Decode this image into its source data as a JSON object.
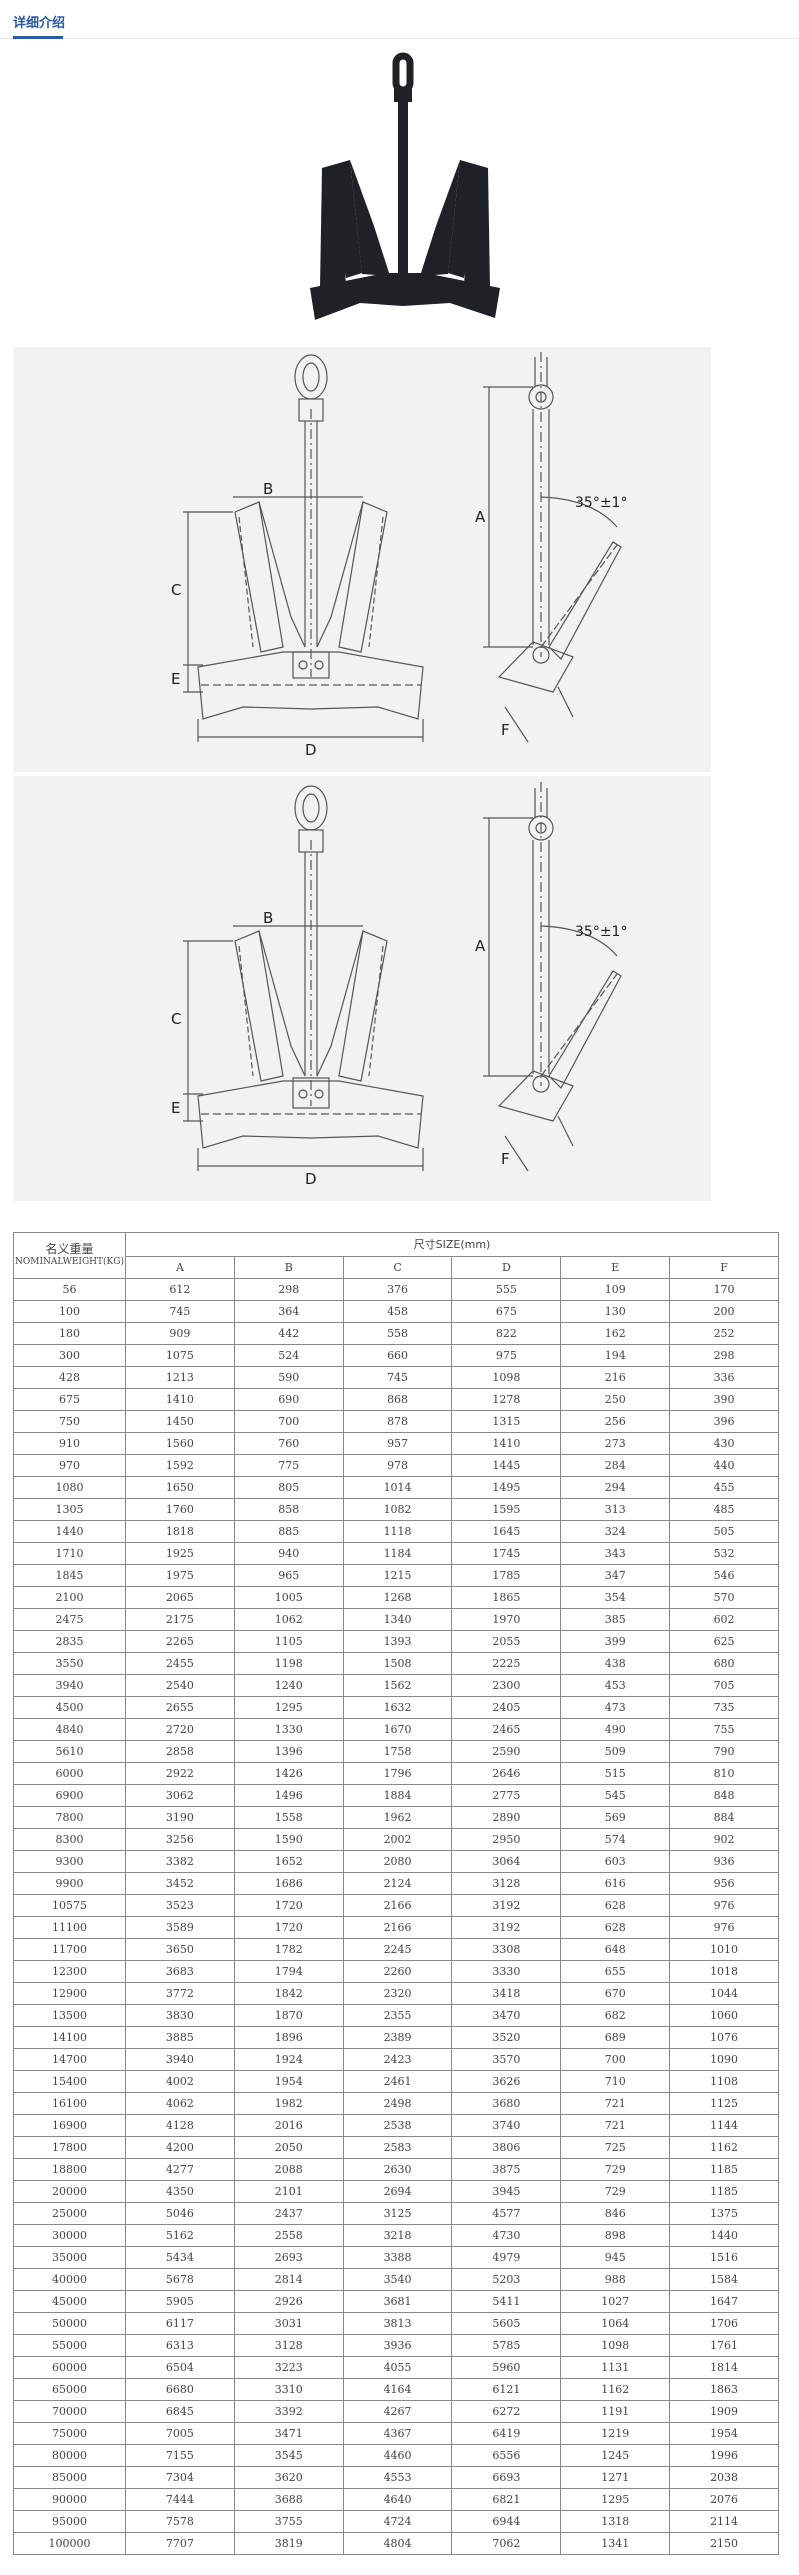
{
  "header": {
    "title": "详细介绍"
  },
  "drawings": {
    "labels": {
      "a": "A",
      "b": "B",
      "c": "C",
      "d": "D",
      "e": "E",
      "f": "F"
    },
    "angle": "35°±1°"
  },
  "table": {
    "weight_header_cn": "名义重量",
    "weight_header_en": "NOMINALWEIGHT(KG)",
    "size_header": "尺寸SIZE(mm)",
    "columns": [
      "A",
      "B",
      "C",
      "D",
      "E",
      "F"
    ],
    "rows": [
      [
        "56",
        "612",
        "298",
        "376",
        "555",
        "109",
        "170"
      ],
      [
        "100",
        "745",
        "364",
        "458",
        "675",
        "130",
        "200"
      ],
      [
        "180",
        "909",
        "442",
        "558",
        "822",
        "162",
        "252"
      ],
      [
        "300",
        "1075",
        "524",
        "660",
        "975",
        "194",
        "298"
      ],
      [
        "428",
        "1213",
        "590",
        "745",
        "1098",
        "216",
        "336"
      ],
      [
        "675",
        "1410",
        "690",
        "868",
        "1278",
        "250",
        "390"
      ],
      [
        "750",
        "1450",
        "700",
        "878",
        "1315",
        "256",
        "396"
      ],
      [
        "910",
        "1560",
        "760",
        "957",
        "1410",
        "273",
        "430"
      ],
      [
        "970",
        "1592",
        "775",
        "978",
        "1445",
        "284",
        "440"
      ],
      [
        "1080",
        "1650",
        "805",
        "1014",
        "1495",
        "294",
        "455"
      ],
      [
        "1305",
        "1760",
        "858",
        "1082",
        "1595",
        "313",
        "485"
      ],
      [
        "1440",
        "1818",
        "885",
        "1118",
        "1645",
        "324",
        "505"
      ],
      [
        "1710",
        "1925",
        "940",
        "1184",
        "1745",
        "343",
        "532"
      ],
      [
        "1845",
        "1975",
        "965",
        "1215",
        "1785",
        "347",
        "546"
      ],
      [
        "2100",
        "2065",
        "1005",
        "1268",
        "1865",
        "354",
        "570"
      ],
      [
        "2475",
        "2175",
        "1062",
        "1340",
        "1970",
        "385",
        "602"
      ],
      [
        "2835",
        "2265",
        "1105",
        "1393",
        "2055",
        "399",
        "625"
      ],
      [
        "3550",
        "2455",
        "1198",
        "1508",
        "2225",
        "438",
        "680"
      ],
      [
        "3940",
        "2540",
        "1240",
        "1562",
        "2300",
        "453",
        "705"
      ],
      [
        "4500",
        "2655",
        "1295",
        "1632",
        "2405",
        "473",
        "735"
      ],
      [
        "4840",
        "2720",
        "1330",
        "1670",
        "2465",
        "490",
        "755"
      ],
      [
        "5610",
        "2858",
        "1396",
        "1758",
        "2590",
        "509",
        "790"
      ],
      [
        "6000",
        "2922",
        "1426",
        "1796",
        "2646",
        "515",
        "810"
      ],
      [
        "6900",
        "3062",
        "1496",
        "1884",
        "2775",
        "545",
        "848"
      ],
      [
        "7800",
        "3190",
        "1558",
        "1962",
        "2890",
        "569",
        "884"
      ],
      [
        "8300",
        "3256",
        "1590",
        "2002",
        "2950",
        "574",
        "902"
      ],
      [
        "9300",
        "3382",
        "1652",
        "2080",
        "3064",
        "603",
        "936"
      ],
      [
        "9900",
        "3452",
        "1686",
        "2124",
        "3128",
        "616",
        "956"
      ],
      [
        "10575",
        "3523",
        "1720",
        "2166",
        "3192",
        "628",
        "976"
      ],
      [
        "11100",
        "3589",
        "1720",
        "2166",
        "3192",
        "628",
        "976"
      ],
      [
        "11700",
        "3650",
        "1782",
        "2245",
        "3308",
        "648",
        "1010"
      ],
      [
        "12300",
        "3683",
        "1794",
        "2260",
        "3330",
        "655",
        "1018"
      ],
      [
        "12900",
        "3772",
        "1842",
        "2320",
        "3418",
        "670",
        "1044"
      ],
      [
        "13500",
        "3830",
        "1870",
        "2355",
        "3470",
        "682",
        "1060"
      ],
      [
        "14100",
        "3885",
        "1896",
        "2389",
        "3520",
        "689",
        "1076"
      ],
      [
        "14700",
        "3940",
        "1924",
        "2423",
        "3570",
        "700",
        "1090"
      ],
      [
        "15400",
        "4002",
        "1954",
        "2461",
        "3626",
        "710",
        "1108"
      ],
      [
        "16100",
        "4062",
        "1982",
        "2498",
        "3680",
        "721",
        "1125"
      ],
      [
        "16900",
        "4128",
        "2016",
        "2538",
        "3740",
        "721",
        "1144"
      ],
      [
        "17800",
        "4200",
        "2050",
        "2583",
        "3806",
        "725",
        "1162"
      ],
      [
        "18800",
        "4277",
        "2088",
        "2630",
        "3875",
        "729",
        "1185"
      ],
      [
        "20000",
        "4350",
        "2101",
        "2694",
        "3945",
        "729",
        "1185"
      ],
      [
        "25000",
        "5046",
        "2437",
        "3125",
        "4577",
        "846",
        "1375"
      ],
      [
        "30000",
        "5162",
        "2558",
        "3218",
        "4730",
        "898",
        "1440"
      ],
      [
        "35000",
        "5434",
        "2693",
        "3388",
        "4979",
        "945",
        "1516"
      ],
      [
        "40000",
        "5678",
        "2814",
        "3540",
        "5203",
        "988",
        "1584"
      ],
      [
        "45000",
        "5905",
        "2926",
        "3681",
        "5411",
        "1027",
        "1647"
      ],
      [
        "50000",
        "6117",
        "3031",
        "3813",
        "5605",
        "1064",
        "1706"
      ],
      [
        "55000",
        "6313",
        "3128",
        "3936",
        "5785",
        "1098",
        "1761"
      ],
      [
        "60000",
        "6504",
        "3223",
        "4055",
        "5960",
        "1131",
        "1814"
      ],
      [
        "65000",
        "6680",
        "3310",
        "4164",
        "6121",
        "1162",
        "1863"
      ],
      [
        "70000",
        "6845",
        "3392",
        "4267",
        "6272",
        "1191",
        "1909"
      ],
      [
        "75000",
        "7005",
        "3471",
        "4367",
        "6419",
        "1219",
        "1954"
      ],
      [
        "80000",
        "7155",
        "3545",
        "4460",
        "6556",
        "1245",
        "1996"
      ],
      [
        "85000",
        "7304",
        "3620",
        "4553",
        "6693",
        "1271",
        "2038"
      ],
      [
        "90000",
        "7444",
        "3688",
        "4640",
        "6821",
        "1295",
        "2076"
      ],
      [
        "95000",
        "7578",
        "3755",
        "4724",
        "6944",
        "1318",
        "2114"
      ],
      [
        "100000",
        "7707",
        "3819",
        "4804",
        "7062",
        "1341",
        "2150"
      ]
    ]
  }
}
